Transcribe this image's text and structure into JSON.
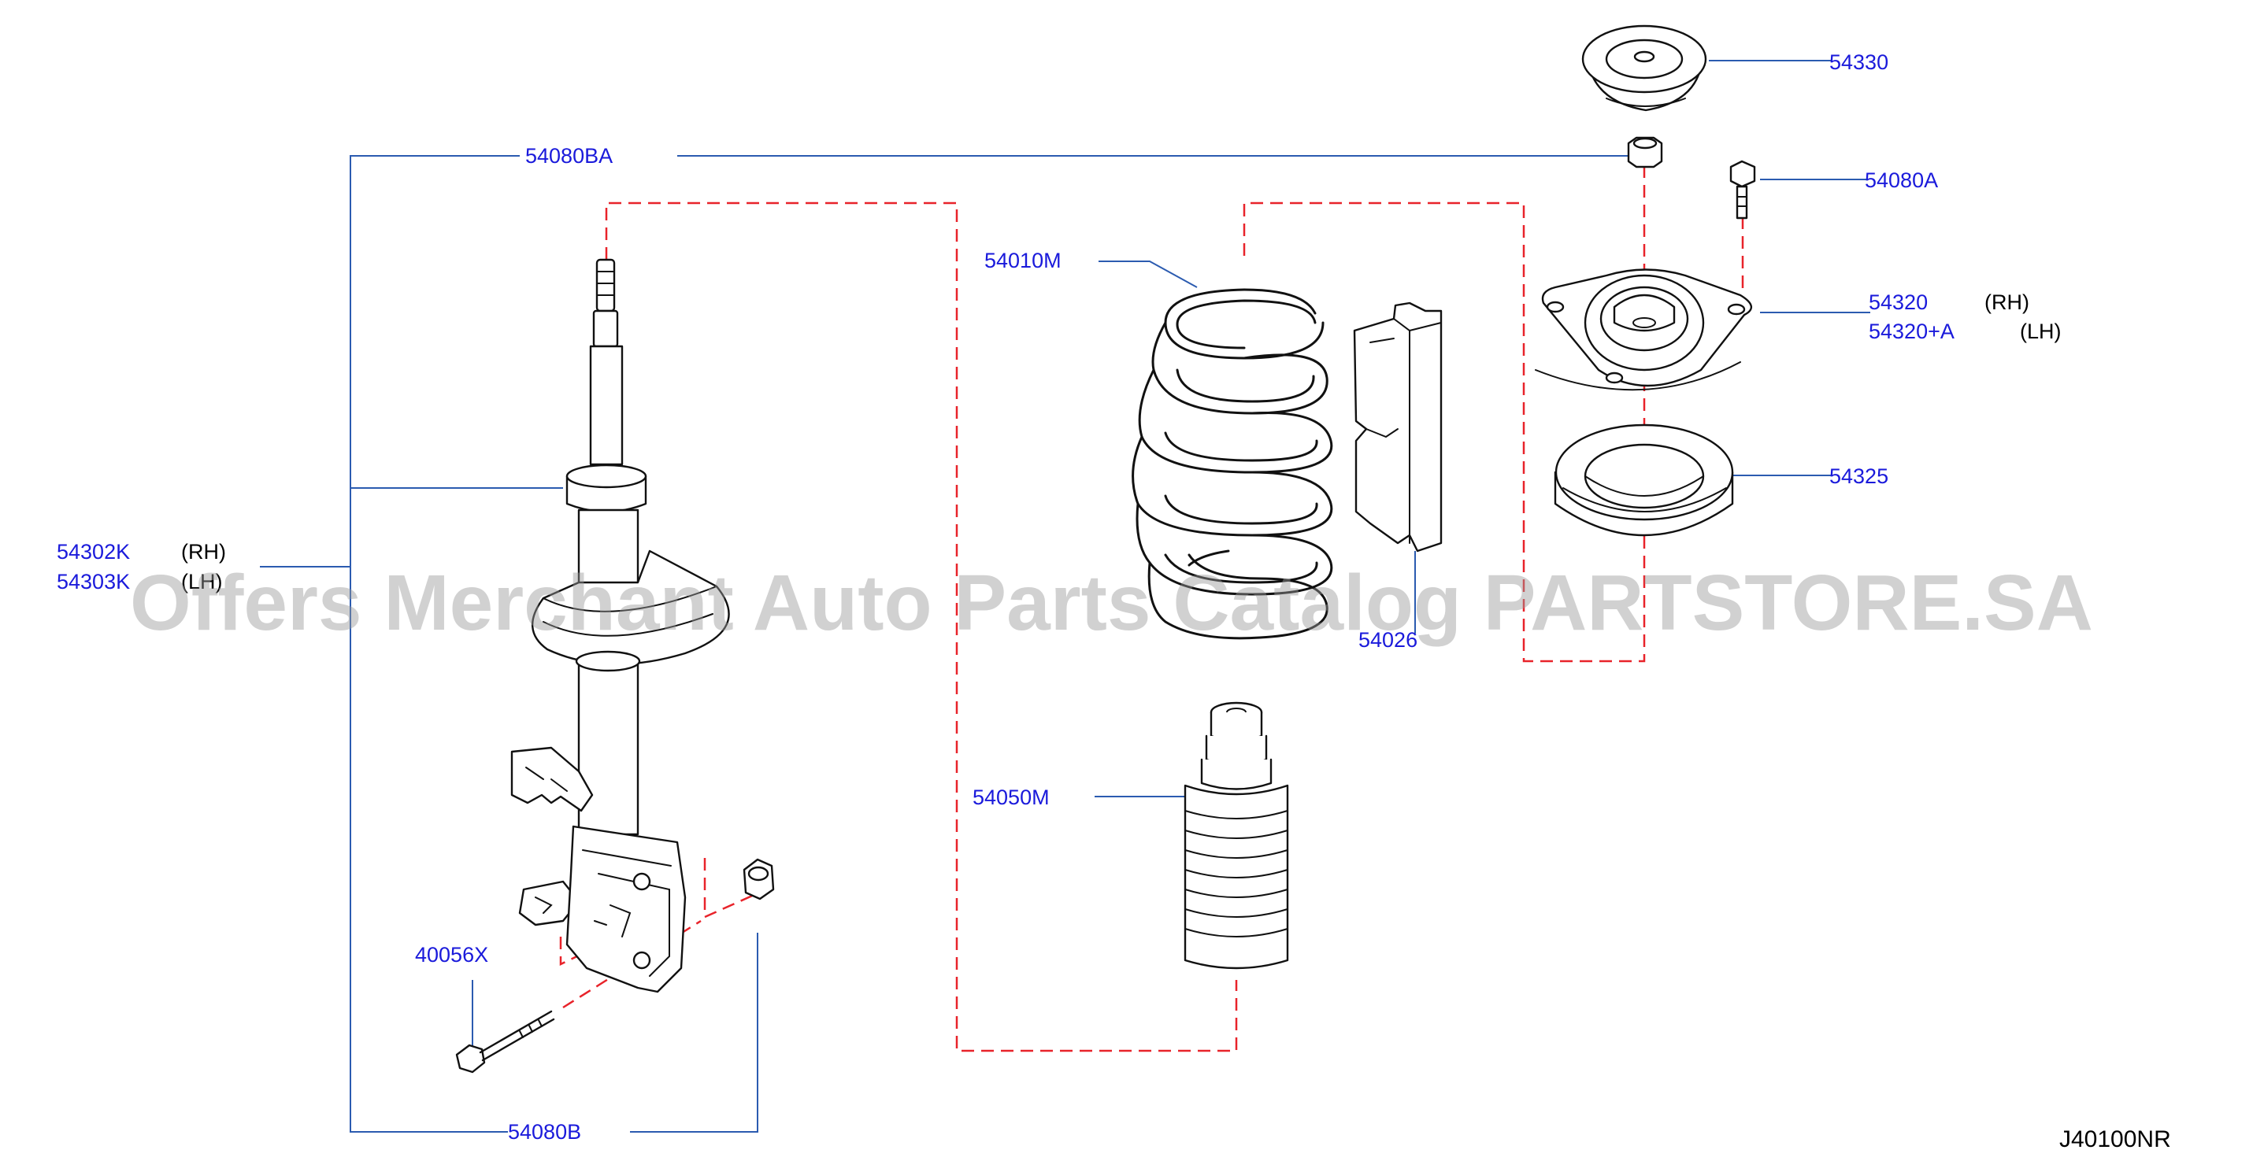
{
  "parts": {
    "bolt_54080ba": "54080BA",
    "bolt_54080a": "54080A",
    "mount_54330": "54330",
    "spring_54010m": "54010M",
    "insulator_54320": "54320",
    "insulator_54320a": "54320+A",
    "bearing_54325": "54325",
    "strut_rh": "54302K",
    "strut_lh": "54303K",
    "bumper_54026": "54026",
    "boot_54050m": "54050M",
    "bolt_40056x": "40056X",
    "nut_54080b": "54080B"
  },
  "sides": {
    "rh": "(RH)",
    "lh": "(LH)"
  },
  "diagram_code": "J40100NR",
  "watermark": "Offers Merchant Auto Parts Catalog PARTSTORE.SA",
  "colors": {
    "label": "#1a1adb",
    "leader": "#2b5bb0",
    "dashed_guide": "#e8232a",
    "outline": "#111111"
  }
}
